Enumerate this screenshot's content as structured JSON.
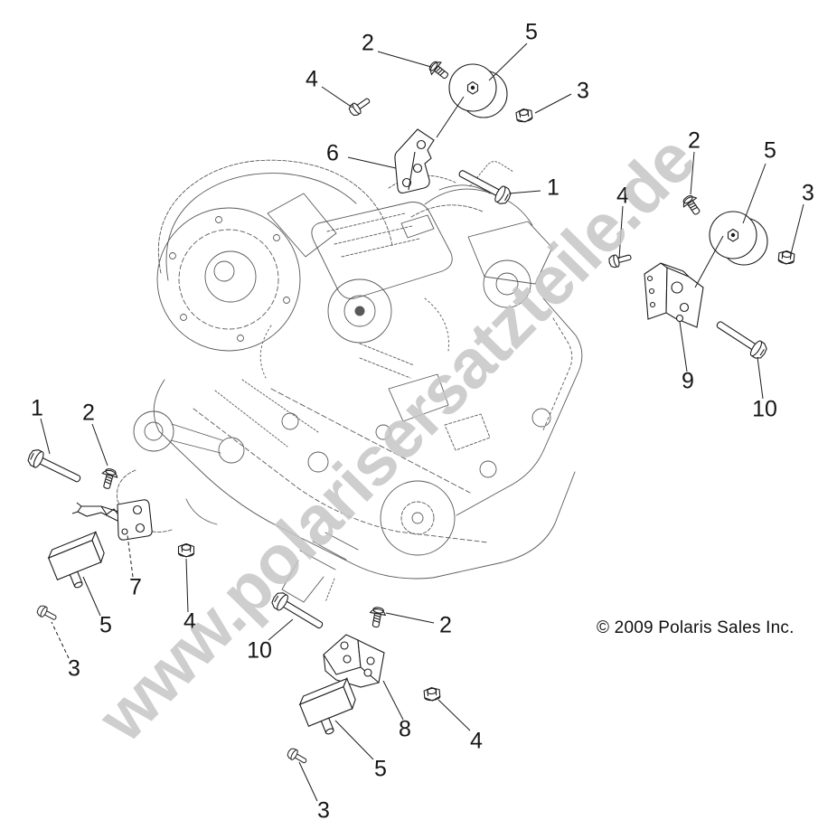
{
  "watermark": {
    "text": "www.polarisersatzteile.de"
  },
  "copyright": {
    "text": "© 2009 Polaris Sales Inc."
  },
  "callouts": [
    {
      "group": "front-mount",
      "label": "2"
    },
    {
      "group": "front-mount",
      "label": "5"
    },
    {
      "group": "front-mount",
      "label": "4"
    },
    {
      "group": "front-mount",
      "label": "3"
    },
    {
      "group": "front-mount",
      "label": "6"
    },
    {
      "group": "front-mount",
      "label": "1"
    },
    {
      "group": "rear-mount",
      "label": "2"
    },
    {
      "group": "rear-mount",
      "label": "5"
    },
    {
      "group": "rear-mount",
      "label": "4"
    },
    {
      "group": "rear-mount",
      "label": "3"
    },
    {
      "group": "rear-mount",
      "label": "9"
    },
    {
      "group": "rear-mount",
      "label": "10"
    },
    {
      "group": "left-mount",
      "label": "1"
    },
    {
      "group": "left-mount",
      "label": "2"
    },
    {
      "group": "left-mount",
      "label": "7"
    },
    {
      "group": "left-mount",
      "label": "5"
    },
    {
      "group": "left-mount",
      "label": "3"
    },
    {
      "group": "left-mount",
      "label": "4"
    },
    {
      "group": "bottom-mount",
      "label": "10"
    },
    {
      "group": "bottom-mount",
      "label": "2"
    },
    {
      "group": "bottom-mount",
      "label": "8"
    },
    {
      "group": "bottom-mount",
      "label": "5"
    },
    {
      "group": "bottom-mount",
      "label": "3"
    },
    {
      "group": "bottom-mount",
      "label": "4"
    }
  ]
}
